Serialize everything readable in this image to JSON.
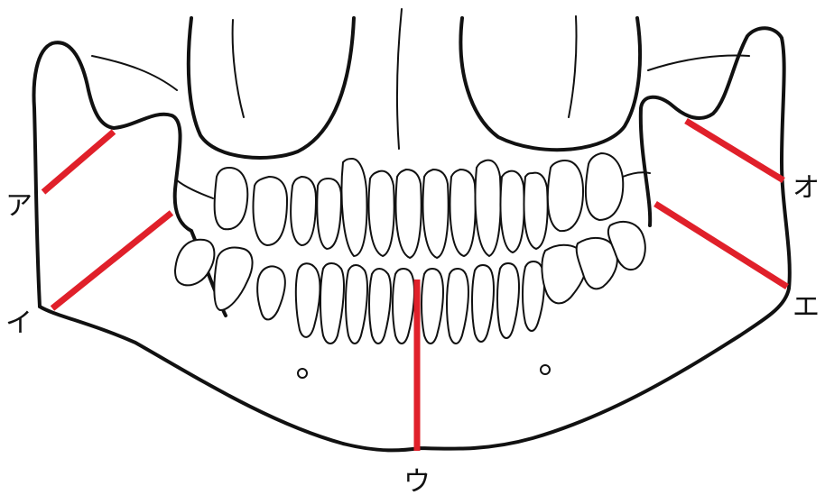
{
  "colors": {
    "outline": "#111111",
    "cut_line": "#e0202a",
    "background": "#ffffff"
  },
  "labels": {
    "a": "ア",
    "i": "イ",
    "u": "ウ",
    "e": "エ",
    "o": "オ"
  }
}
